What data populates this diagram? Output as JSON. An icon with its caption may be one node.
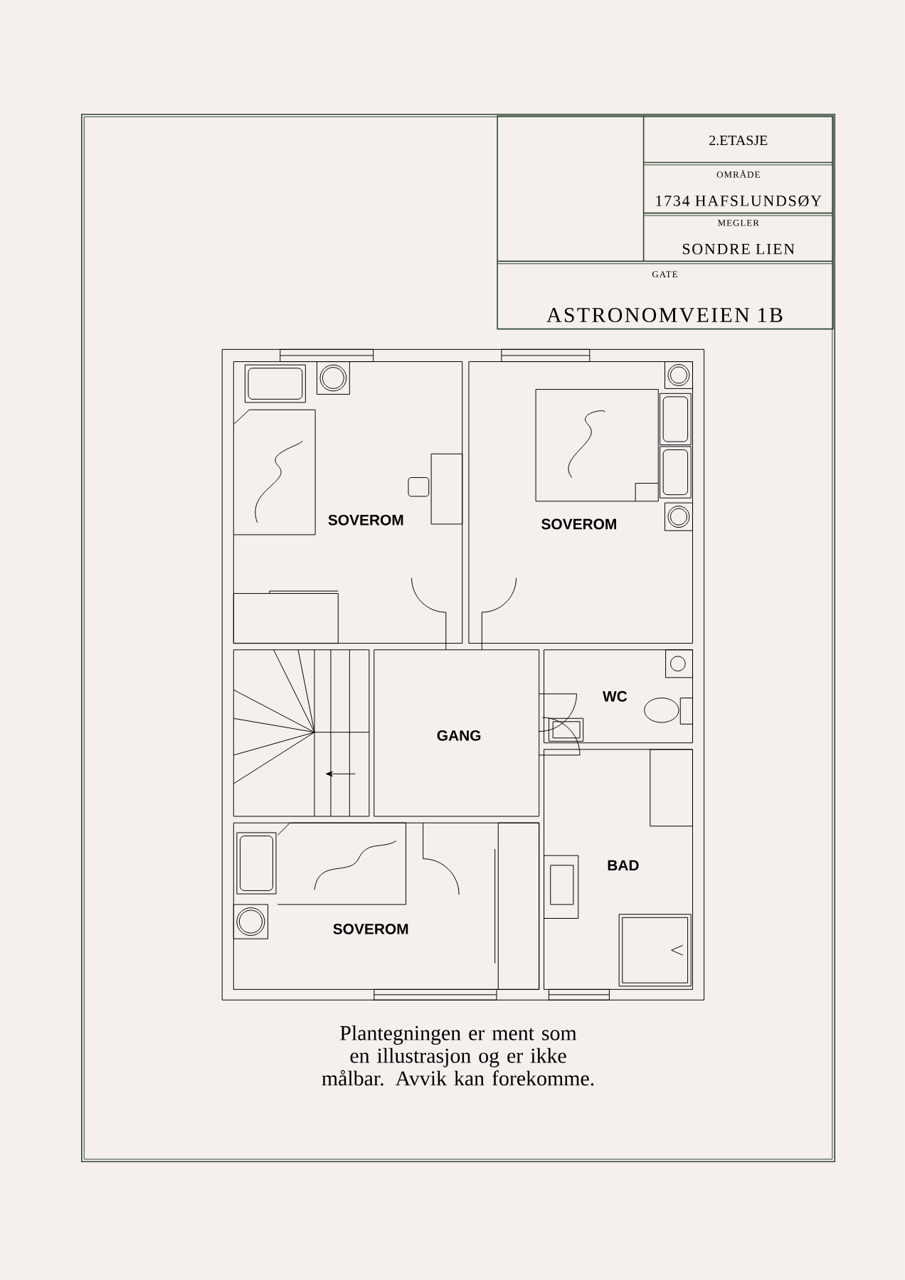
{
  "diagram": {
    "nodes": [
      {
        "text": [
          "SOVEROM"
        ]
      },
      {
        "text": [
          "SOVEROM"
        ]
      },
      {
        "text": [],
        "shape": "stairs"
      },
      {
        "text": [
          "GANG"
        ]
      },
      {
        "text": [
          "WC"
        ]
      },
      {
        "text": [
          "BAD"
        ]
      },
      {
        "text": [
          "SOVEROM"
        ]
      }
    ],
    "labels": [
      "2.ETASJE",
      "OMRÅDE",
      "1734 HAFSLUNDSØY",
      "MEGLER",
      "SONDRE LIEN",
      "GATE",
      "ASTRONOMVEIEN 1B",
      "Plantegningen er ment som en illustrasjon og er ikke målbar. Avvik kan forekomme."
    ]
  }
}
